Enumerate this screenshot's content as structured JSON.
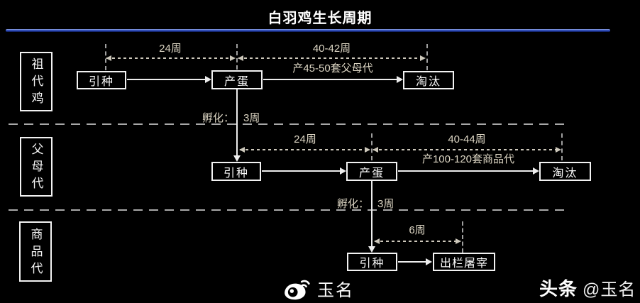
{
  "title": "白羽鸡生长周期",
  "colors": {
    "background": "#000000",
    "accent_blue": "#3050c8",
    "line_white": "#ededed",
    "label_cream": "#ddd6c4"
  },
  "sections": {
    "grandparent": {
      "label": "祖代鸡"
    },
    "parent": {
      "label": "父母代"
    },
    "commercial": {
      "label": "商品代"
    }
  },
  "row1": {
    "box_import": "引种",
    "box_lay": "产蛋",
    "box_cull": "淘汰",
    "span1": "24周",
    "span2": "40-42周",
    "arrow_label": "产45-50套父母代",
    "hatch_prefix": "孵化：",
    "hatch_value": "3周"
  },
  "row2": {
    "box_import": "引种",
    "box_lay": "产蛋",
    "box_cull": "淘汰",
    "span1": "24周",
    "span2": "40-44周",
    "arrow_label": "产100-120套商品代",
    "hatch_prefix": "孵化：",
    "hatch_value": "3周"
  },
  "row3": {
    "box_import": "引种",
    "box_slaughter": "出栏屠宰",
    "span1": "6周"
  },
  "watermarks": {
    "weibo_name": "玉名",
    "toutiao_brand": "头条",
    "toutiao_handle": "@玉名"
  }
}
